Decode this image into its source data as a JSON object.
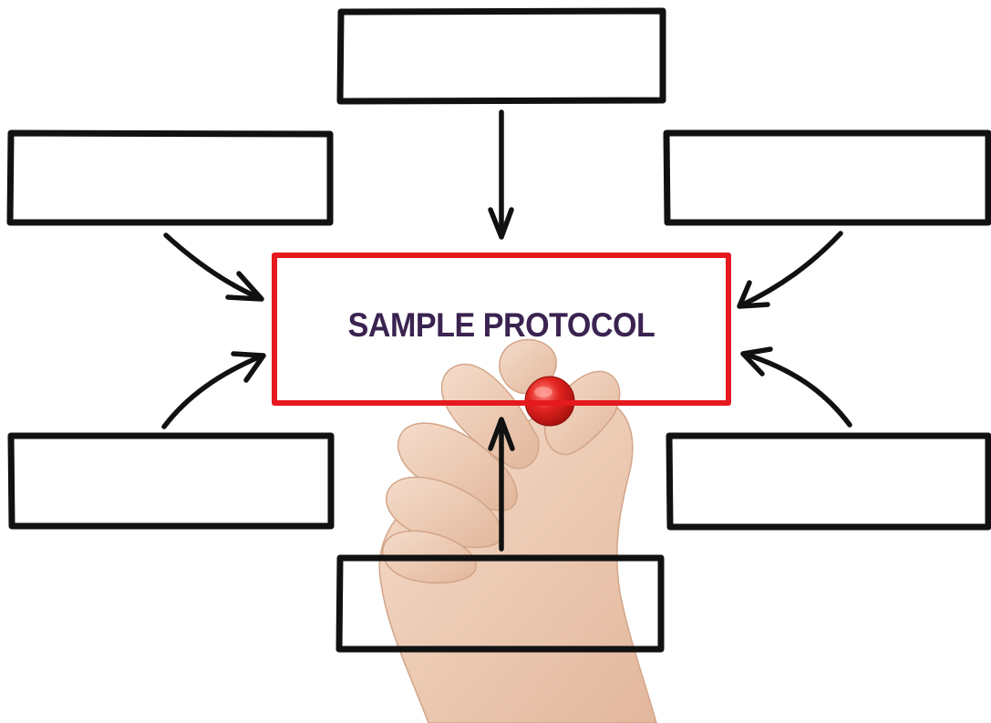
{
  "diagram": {
    "center_label": "SAMPLE PROTOCOL",
    "center_label_color": "#3b2351",
    "center_box_color": "#e5191e",
    "outline_color": "#111111",
    "marker_color": "#e01a1a",
    "skin_color": "#edcbb4",
    "outer_boxes": [
      {
        "name": "top-box",
        "label": ""
      },
      {
        "name": "upper-left-box",
        "label": ""
      },
      {
        "name": "upper-right-box",
        "label": ""
      },
      {
        "name": "lower-left-box",
        "label": ""
      },
      {
        "name": "lower-right-box",
        "label": ""
      },
      {
        "name": "bottom-box",
        "label": ""
      }
    ]
  }
}
